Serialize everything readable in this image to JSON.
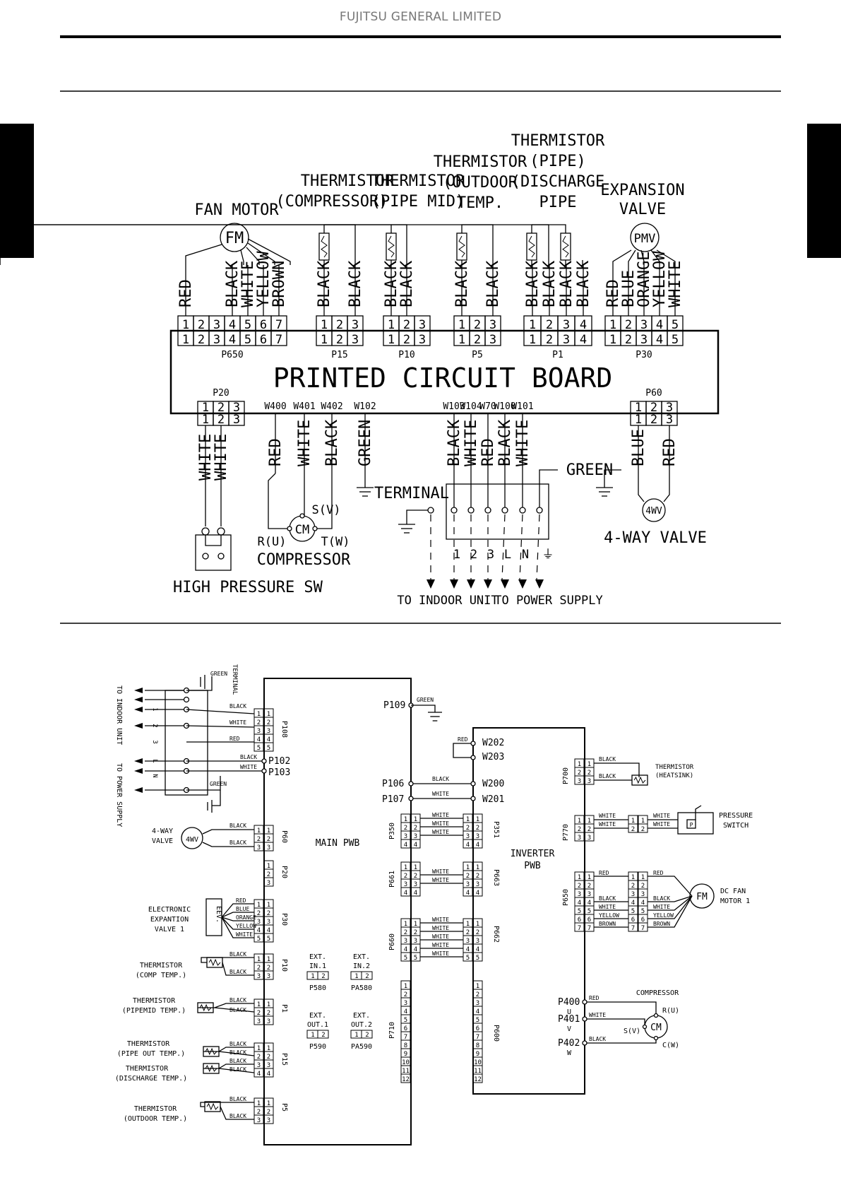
{
  "header": {
    "company": "FUJITSU GENERAL LIMITED"
  },
  "d1": {
    "board": "PRINTED CIRCUIT BOARD",
    "comp_fan": {
      "name": "FAN MOTOR",
      "symbol": "FM"
    },
    "comp_th_comp": {
      "l1": "THERMISTOR",
      "l2": "(COMPRESSOR)"
    },
    "comp_th_pipemid": {
      "l1": "THERMISTOR",
      "l2": "(PIPE MID)"
    },
    "comp_th_out": {
      "l1": "THERMISTOR",
      "l2": "(OUTDOOR",
      "l3": "TEMP."
    },
    "comp_th_pipe": {
      "l1": "THERMISTOR",
      "l2": "(PIPE)",
      "l3": "(DISCHARGE",
      "l4": "PIPE"
    },
    "comp_ev": {
      "l1": "EXPANSION",
      "l2": "VALVE",
      "symbol": "PMV"
    },
    "connectors_top": [
      {
        "name": "P650",
        "pins": [
          "1",
          "2",
          "3",
          "4",
          "5",
          "6",
          "7"
        ],
        "wires": [
          "RED",
          "",
          "",
          "BLACK",
          "WHITE",
          "YELLOW",
          "BROWN"
        ]
      },
      {
        "name": "P15",
        "pins": [
          "1",
          "2",
          "3"
        ],
        "wires": [
          "BLACK",
          "",
          "BLACK"
        ]
      },
      {
        "name": "P10",
        "pins": [
          "1",
          "2",
          "3"
        ],
        "wires": [
          "BLACK",
          "BLACK",
          ""
        ]
      },
      {
        "name": "P5",
        "pins": [
          "1",
          "2",
          "3"
        ],
        "wires": [
          "BLACK",
          "",
          "BLACK"
        ]
      },
      {
        "name": "P1",
        "pins": [
          "1",
          "2",
          "3",
          "4"
        ],
        "wires": [
          "BLACK",
          "BLACK",
          "BLACK",
          "BLACK"
        ]
      },
      {
        "name": "P30",
        "pins": [
          "1",
          "2",
          "3",
          "4",
          "5"
        ],
        "wires": [
          "RED",
          "BLUE",
          "ORANGE",
          "YELLOW",
          "WHITE"
        ]
      }
    ],
    "p20": {
      "name": "P20",
      "pins": [
        "1",
        "2",
        "3"
      ],
      "wires": [
        "WHITE",
        "WHITE"
      ]
    },
    "p60": {
      "name": "P60",
      "pins": [
        "1",
        "2",
        "3"
      ],
      "wires": [
        "BLUE",
        "RED"
      ]
    },
    "terminals_left": [
      "W400",
      "W401",
      "W402",
      "W102"
    ],
    "terminals_right": [
      "W103",
      "W104",
      "W70",
      "W100",
      "W101"
    ],
    "wires_left": [
      "RED",
      "WHITE",
      "BLACK",
      "GREEN"
    ],
    "wires_right": [
      "BLACK",
      "WHITE",
      "RED",
      "BLACK",
      "WHITE"
    ],
    "green": "GREEN",
    "terminal": "TERMINAL",
    "tb_labels": [
      "1",
      "2",
      "3",
      "L",
      "N"
    ],
    "hp_sw": "HIGH PRESSURE SW",
    "compressor": {
      "name": "COMPRESSOR",
      "symbol": "CM",
      "s": "S(V)",
      "r": "R(U)",
      "t": "T(W)"
    },
    "valve4": {
      "symbol": "4WV",
      "name": "4-WAY VALVE"
    },
    "to_indoor": "TO INDOOR UNIT",
    "to_power": "TO POWER SUPPLY"
  },
  "d2": {
    "main_pwb": "MAIN PWB",
    "inverter_pwb": {
      "l1": "INVERTER",
      "l2": "PWB"
    },
    "green1": "GREEN",
    "green2": "GREEN",
    "terminal": "TERMINAL",
    "to_indoor": "TO INDOOR UNIT",
    "to_power": "TO POWER SUPPLY",
    "tb_marks": [
      "1",
      "2",
      "3",
      "L",
      "N"
    ],
    "p108": {
      "name": "P108",
      "pins": [
        "1",
        "2",
        "3",
        "4",
        "5"
      ]
    },
    "p108_wires": [
      "BLACK",
      "WHITE",
      "RED"
    ],
    "p102": {
      "name": "P102",
      "wire": "BLACK"
    },
    "p103": {
      "name": "P103",
      "wire": "WHITE"
    },
    "p109": "P109",
    "valve": {
      "l1": "4-WAY",
      "l2": "VALVE",
      "symbol": "4WV"
    },
    "p60": {
      "name": "P60",
      "pins": [
        "1",
        "2",
        "3"
      ],
      "wires": [
        "BLACK",
        "BLACK"
      ]
    },
    "p20": {
      "name": "P20",
      "pins": [
        "1",
        "2",
        "3"
      ]
    },
    "eev": {
      "l1": "ELECTRONIC",
      "l2": "EXPANTION",
      "l3": "VALVE 1",
      "symbol": "EEV."
    },
    "p30": {
      "name": "P30",
      "pins": [
        "1",
        "2",
        "3",
        "4",
        "5"
      ],
      "wires": [
        "RED",
        "BLUE",
        "ORANGE",
        "YELLOW",
        "WHITE"
      ]
    },
    "th_comp": {
      "l1": "THERMISTOR",
      "l2": "(COMP TEMP.)"
    },
    "p10": {
      "name": "P10",
      "pins": [
        "1",
        "2",
        "3"
      ],
      "wires": [
        "BLACK",
        "BLACK"
      ]
    },
    "th_pipemid": {
      "l1": "THERMISTOR",
      "l2": "(PIPEMID TEMP.)"
    },
    "p1": {
      "name": "P1",
      "pins": [
        "1",
        "2",
        "3"
      ],
      "wires": [
        "BLACK",
        "BLACK"
      ]
    },
    "th_pipeout": {
      "l1": "THERMISTOR",
      "l2": "(PIPE OUT TEMP.)"
    },
    "th_disch": {
      "l1": "THERMISTOR",
      "l2": "(DISCHARGE TEMP.)"
    },
    "p15": {
      "name": "P15",
      "pins": [
        "1",
        "2",
        "3",
        "4"
      ],
      "wires": [
        "BLACK",
        "BLACK",
        "BLACK",
        "BLACK"
      ]
    },
    "th_outdoor": {
      "l1": "THERMISTOR",
      "l2": "(OUTDOOR TEMP.)"
    },
    "p5": {
      "name": "P5",
      "pins": [
        "1",
        "2",
        "3"
      ],
      "wires": [
        "BLACK",
        "BLACK"
      ]
    },
    "ext_in1": {
      "l1": "EXT.",
      "l2": "IN.1",
      "name": "P580",
      "pins": [
        "1",
        "2"
      ]
    },
    "ext_in2": {
      "l1": "EXT.",
      "l2": "IN.2",
      "name": "PA580",
      "pins": [
        "1",
        "2"
      ]
    },
    "ext_out1": {
      "l1": "EXT.",
      "l2": "OUT.1",
      "name": "P590",
      "pins": [
        "1",
        "2"
      ]
    },
    "ext_out2": {
      "l1": "EXT.",
      "l2": "OUT.2",
      "name": "PA590",
      "pins": [
        "1",
        "2"
      ]
    },
    "p106": {
      "name": "P106",
      "wire": "BLACK"
    },
    "p107": {
      "name": "P107",
      "wire": "WHITE"
    },
    "p350": {
      "name": "P350",
      "pins": [
        "1",
        "2",
        "3",
        "4"
      ]
    },
    "p351": {
      "name": "P351",
      "pins": [
        "1",
        "2",
        "3",
        "4"
      ]
    },
    "p350_wires": [
      "WHITE",
      "WHITE",
      "WHITE"
    ],
    "p661": {
      "name": "P661",
      "pins": [
        "1",
        "2",
        "3",
        "4"
      ]
    },
    "p663": {
      "name": "P663",
      "pins": [
        "1",
        "2",
        "3",
        "4"
      ]
    },
    "p661_wires": [
      "WHITE",
      "WHITE"
    ],
    "p660": {
      "name": "P660",
      "pins": [
        "1",
        "2",
        "3",
        "4",
        "5"
      ]
    },
    "p662": {
      "name": "P662",
      "pins": [
        "1",
        "2",
        "3",
        "4",
        "5"
      ]
    },
    "p660_wires": [
      "WHITE",
      "WHITE",
      "WHITE",
      "WHITE",
      "WHITE"
    ],
    "p710": {
      "name": "P710",
      "pins": [
        "1",
        "2",
        "3",
        "4",
        "5",
        "6",
        "7",
        "8",
        "9",
        "10",
        "11",
        "12"
      ]
    },
    "p600": {
      "name": "P600",
      "pins": [
        "1",
        "2",
        "3",
        "4",
        "5",
        "6",
        "7",
        "8",
        "9",
        "10",
        "11",
        "12"
      ]
    },
    "w202": "W202",
    "w203": "W203",
    "w200": "W200",
    "w201": "W201",
    "w_red": "RED",
    "p700": {
      "name": "P700",
      "pins": [
        "1",
        "2",
        "3"
      ],
      "wires": [
        "BLACK",
        "BLACK"
      ]
    },
    "th_heatsink": {
      "l1": "THERMISTOR",
      "l2": "(HEATSINK)"
    },
    "p770": {
      "name": "P770",
      "pins": [
        "1",
        "2",
        "3"
      ],
      "wires": [
        "WHITE",
        "WHITE"
      ],
      "plug": [
        "1",
        "2"
      ],
      "wires2": [
        "WHITE",
        "WHITE"
      ]
    },
    "pressure": {
      "l1": "PRESSURE",
      "l2": "SWITCH",
      "symbol": "P"
    },
    "p650": {
      "name": "P650",
      "pins": [
        "1",
        "2",
        "3",
        "4",
        "5",
        "6",
        "7"
      ],
      "wires": [
        "RED",
        "",
        "",
        "BLACK",
        "WHITE",
        "YELLOW",
        "BROWN"
      ]
    },
    "fan": {
      "l1": "DC FAN",
      "l2": "MOTOR 1",
      "symbol": "FM"
    },
    "p400": {
      "name": "P400",
      "phase": "U",
      "wire": "RED"
    },
    "p401": {
      "name": "P401",
      "phase": "V",
      "wire": "WHITE"
    },
    "p402": {
      "name": "P402",
      "phase": "W",
      "wire": "BLACK"
    },
    "comp": {
      "name": "COMPRESSOR",
      "symbol": "CM",
      "r": "R(U)",
      "s": "S(V)",
      "c": "C(W)"
    }
  }
}
